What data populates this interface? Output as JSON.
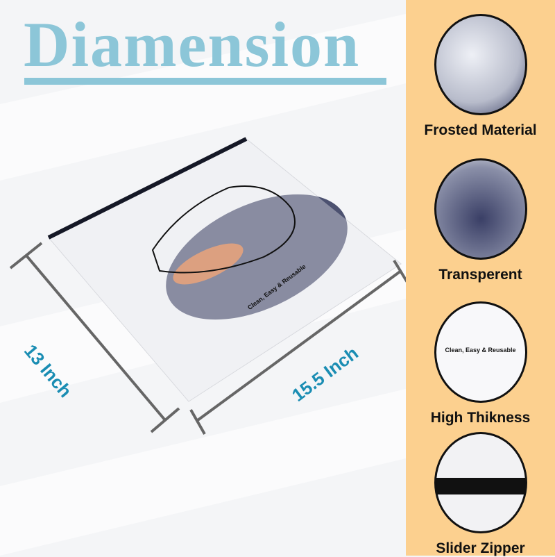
{
  "title": "Diamension",
  "dimensions": {
    "height": "13 Inch",
    "width": "15.5 Inch"
  },
  "bag_print": "Clean, Easy & Reusable",
  "features": [
    {
      "label": "Frosted Material",
      "icon": "frosted-closeup"
    },
    {
      "label": "Transperent",
      "icon": "transparent-closeup"
    },
    {
      "label": "High Thikness",
      "icon": "thickness-closeup"
    },
    {
      "label": "Slider Zipper",
      "icon": "zipper-closeup"
    }
  ],
  "colors": {
    "accent": "#8cc6d8",
    "panel": "#fcd08f",
    "dimension": "#1a8db3"
  }
}
